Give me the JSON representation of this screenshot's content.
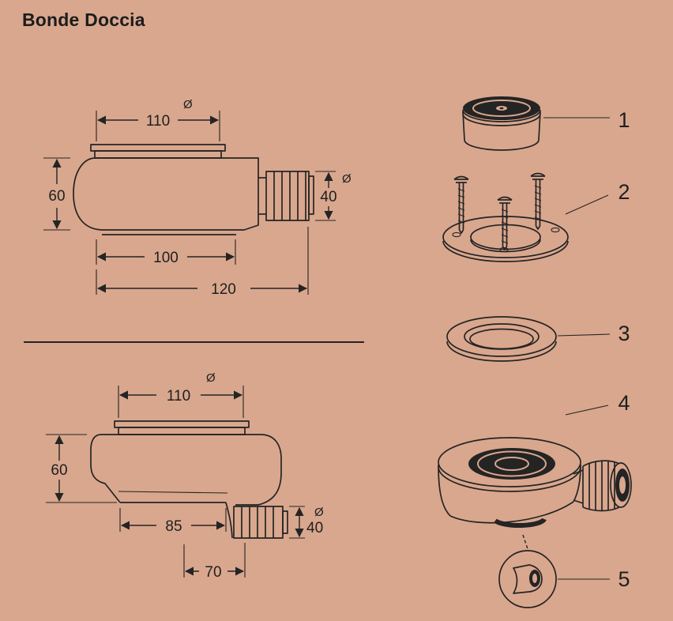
{
  "header": {
    "title": "Bonde Doccia"
  },
  "colors": {
    "background": "#d9a78e",
    "line": "#242424"
  },
  "diagram_top": {
    "width_top": "110",
    "diameter_top": "Ø",
    "height": "60",
    "outlet": "40",
    "diameter_outlet": "Ø",
    "width_inner": "100",
    "width_total": "120"
  },
  "diagram_bottom": {
    "width_top": "110",
    "diameter_top": "Ø",
    "height": "60",
    "width_body": "85",
    "outlet": "40",
    "diameter_outlet": "Ø",
    "outlet_length": "70"
  },
  "parts": {
    "labels": [
      "1",
      "2",
      "3",
      "4",
      "5"
    ]
  }
}
